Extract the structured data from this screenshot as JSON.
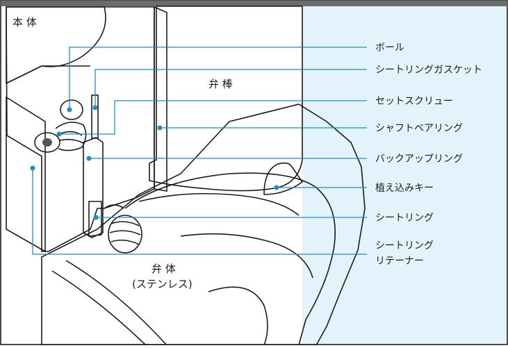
{
  "colors": {
    "background_right": "#e3f3fb",
    "stem_blue": "#bfe4f6",
    "accent_blue": "#1b8fc9",
    "body_gray": "#d6d6d6",
    "body_dark": "#9a9a9a",
    "disc_gray": "#cfcfcf",
    "outline": "#1a1a1a"
  },
  "labels": {
    "hontai": "本 体",
    "benbou": "弁 棒",
    "bentai": "弁 体",
    "bentai_sub": "(ステンレス)"
  },
  "callouts": [
    {
      "key": "ball",
      "text": "ボール"
    },
    {
      "key": "seat_ring_gasket",
      "text": "シートリングガスケット"
    },
    {
      "key": "set_screw",
      "text": "セットスクリュー"
    },
    {
      "key": "shaft_bearing",
      "text": "シャフトベアリング"
    },
    {
      "key": "backup_ring",
      "text": "バックアップリング"
    },
    {
      "key": "embedded_key",
      "text": "植え込みキー"
    },
    {
      "key": "seat_ring",
      "text": "シートリング"
    },
    {
      "key": "retainer",
      "text": "シートリング",
      "text2": "リテーナー"
    }
  ]
}
